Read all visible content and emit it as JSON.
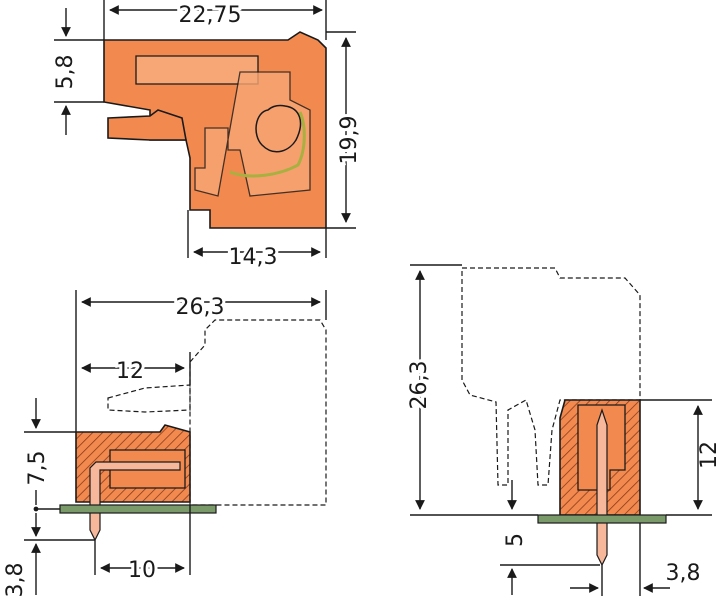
{
  "top_view": {
    "width_label": "22,75",
    "offset_label": "5,8",
    "height_label": "19,9",
    "bottom_label": "14,3"
  },
  "front_view": {
    "width_label": "26,3",
    "inner_width_label": "12",
    "height_label": "7,5",
    "pin_spacing_label": "10",
    "pin_length_label": "3,8"
  },
  "side_view": {
    "total_height_label": "26,3",
    "body_height_label": "12",
    "pin_offset_label": "5",
    "pin_length_label": "3,8"
  },
  "colors": {
    "body": "#f28a50",
    "pcb": "#7a9a6a",
    "pin": "#f6b79a"
  }
}
